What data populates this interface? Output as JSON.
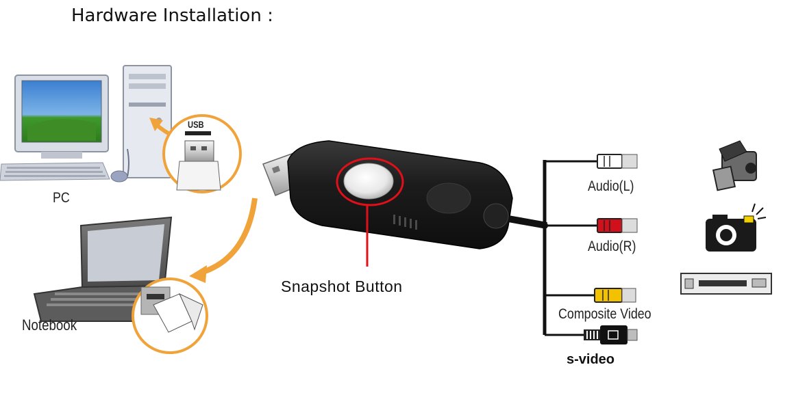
{
  "title": "Hardware Installation :",
  "labels": {
    "snapshot": "Snapshot Button",
    "pc": "PC",
    "notebook": "Notebook",
    "usb": "USB",
    "audio_l": "Audio(L)",
    "audio_r": "Audio(R)",
    "composite": "Composite Video",
    "svideo": "s-video"
  },
  "colors": {
    "accent_arrow": "#f0a33a",
    "highlight_ring": "#e0101a",
    "device_body": "#1c1c1c",
    "audio_left_plug": "#ffffff",
    "audio_right_plug": "#d0101a",
    "composite_plug": "#f2c200"
  },
  "icons": [
    "desktop-pc-icon",
    "notebook-icon",
    "usb-plug-icon",
    "camcorder-icon",
    "camera-icon",
    "vcr-icon"
  ]
}
